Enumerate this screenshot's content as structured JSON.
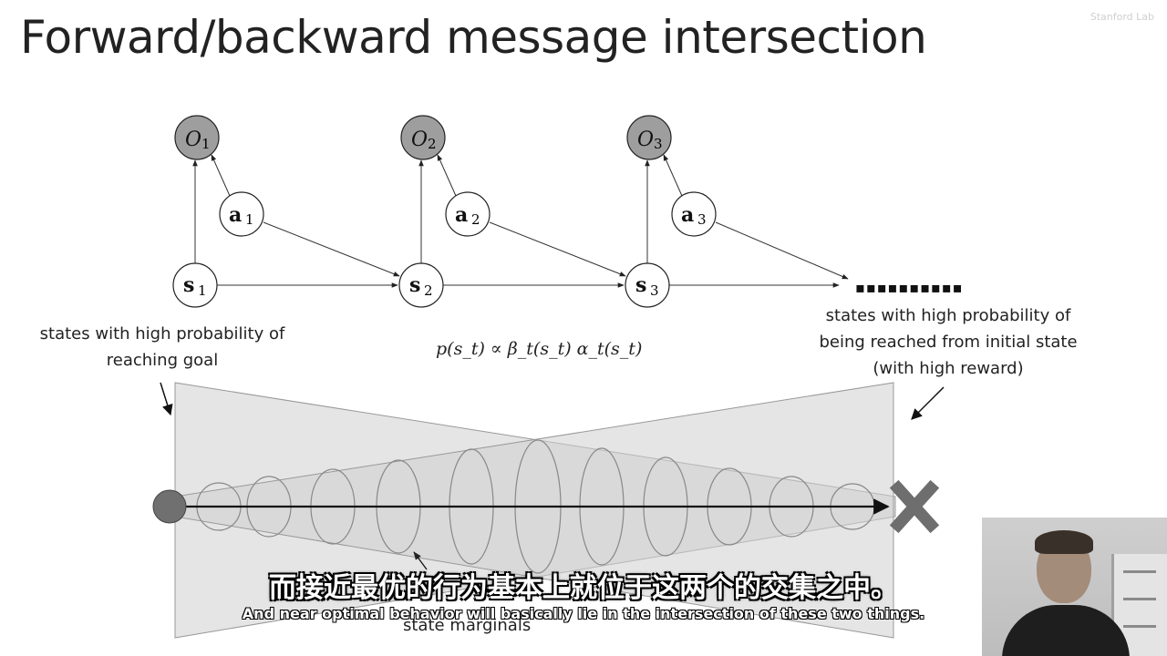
{
  "slide": {
    "title": "Forward/backward message intersection",
    "watermark": "Stanford Lab"
  },
  "graph": {
    "observations": [
      {
        "label": "O",
        "sub": "1"
      },
      {
        "label": "O",
        "sub": "2"
      },
      {
        "label": "O",
        "sub": "3"
      }
    ],
    "actions": [
      {
        "label": "a",
        "sub": "1"
      },
      {
        "label": "a",
        "sub": "2"
      },
      {
        "label": "a",
        "sub": "3"
      }
    ],
    "states": [
      {
        "label": "s",
        "sub": "1"
      },
      {
        "label": "s",
        "sub": "2"
      },
      {
        "label": "s",
        "sub": "3"
      }
    ],
    "continuation": "▪▪▪▪▪▪▪▪▪▪"
  },
  "formula": "p(s_t) ∝ β_t(s_t) α_t(s_t)",
  "annotations": {
    "left_line1": "states with high probability of",
    "left_line2": "reaching goal",
    "right_line1": "states with high probability of",
    "right_line2": "being reached from initial state",
    "right_line3": "(with high reward)",
    "bottom": "state marginals"
  },
  "subtitles": {
    "zh": "而接近最优的行为基本上就位于这两个的交集之中。",
    "en": "And near optimal behavior will basically lie in the intersection of these two things."
  },
  "colors": {
    "observed_node_fill": "#9e9e9e",
    "cone_fill": "#d6d6d6",
    "start_dot": "#707070",
    "goal_x": "#6e6e6e"
  }
}
